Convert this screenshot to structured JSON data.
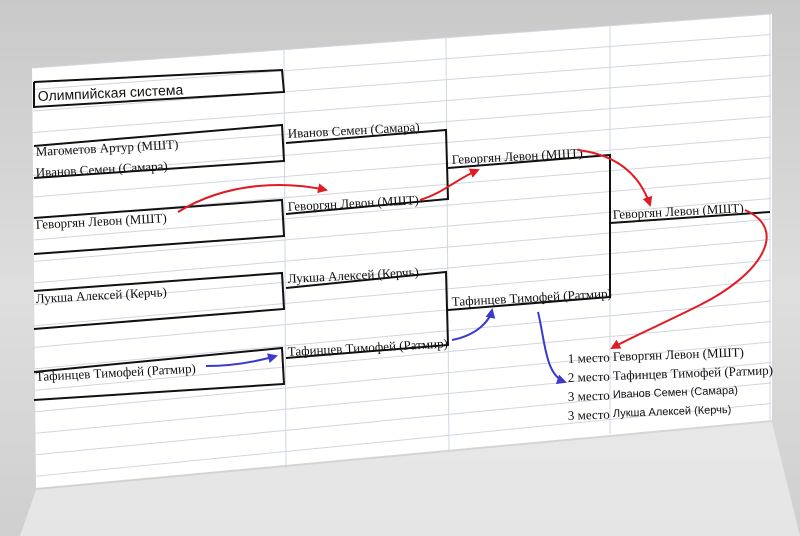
{
  "title": "Олимпийская система",
  "round1": [
    "Магометов Артур (МШТ)",
    "Иванов Семен (Самара)",
    "Геворгян Левон (МШТ)",
    "Лукша Алексей (Керчь)",
    "Тафинцев Тимофей (Ратмир)"
  ],
  "round2": [
    "Иванов Семен (Самара)",
    "Геворгян Левон (МШТ)",
    "Лукша Алексей (Керчь)",
    "Тафинцев Тимофей (Ратмир)"
  ],
  "round3": [
    "Геворгян Левон (МШТ)",
    "Тафинцев Тимофей (Ратмир)"
  ],
  "final": "Геворгян Левон (МШТ)",
  "standings": [
    {
      "place": "1 место",
      "name": "Геворгян Левон (МШТ)"
    },
    {
      "place": "2 место",
      "name": "Тафинцев Тимофей (Ратмир)"
    },
    {
      "place": "3 место",
      "name": "Иванов Семен (Самара)"
    },
    {
      "place": "3 место",
      "name": "Лукша Алексей (Керчь)"
    }
  ],
  "colors": {
    "winner_arrow": "#e01b24",
    "runner_up_arrow": "#3a3acd"
  }
}
